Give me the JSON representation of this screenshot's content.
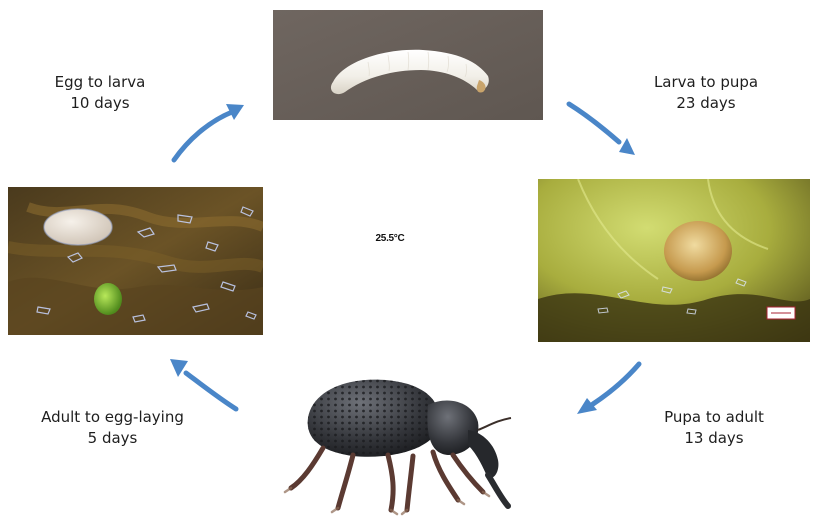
{
  "stages": {
    "egg_to_larva": {
      "line1": "Egg to larva",
      "line2": "10 days"
    },
    "larva_to_pupa": {
      "line1": "Larva to pupa",
      "line2": "23 days"
    },
    "pupa_to_adult": {
      "line1": "Pupa to adult",
      "line2": "13 days"
    },
    "adult_to_egg": {
      "line1": "Adult to egg-laying",
      "line2": "5 days"
    }
  },
  "temperature": "25.5°C",
  "colors": {
    "arrow": "#4a86c8",
    "text": "#1e1e1e",
    "larva_background": "#6b625b"
  }
}
